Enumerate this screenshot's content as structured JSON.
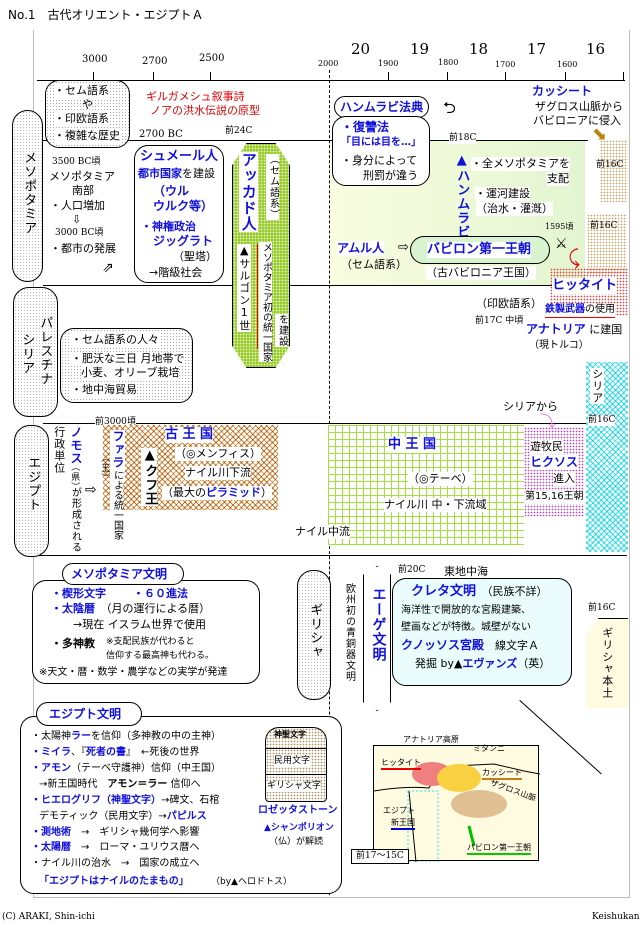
{
  "title": "No.1　古代オリエント・エジプトＡ",
  "timeline": {
    "years": [
      "3000",
      "2700",
      "2500",
      "2000",
      "1900",
      "1800",
      "1700",
      "1600"
    ],
    "centuries": [
      "20",
      "19",
      "18",
      "17",
      "16"
    ]
  },
  "regions": {
    "mesopotamia": "メソポタミア",
    "palestine": "パレスチナ",
    "syria": "シリア",
    "egypt": "エジプト",
    "greece": "ギリシャ",
    "greece_main": "ギリシャ本土",
    "syria_right": "シリア"
  },
  "meso": {
    "lang1": "・セム語系",
    "lang_ya": "や",
    "lang2": "・印欧語系",
    "lang3": "・複雑な歴史",
    "gilgamesh1": "ギルガメシュ叙事詩",
    "gilgamesh2": "ノアの洪水伝説の原型",
    "bc2700": "2700 BC",
    "c24": "前24C",
    "bc3500": "3500 BC頃",
    "south1": "メソポタミア",
    "south2": "南部",
    "pop": "・人口増加",
    "bc3000": "3000 BC頃",
    "city": "・都市の発展",
    "sumer": "シュメール人",
    "citystate": "都市国家",
    "build": "を建設",
    "ur": "（ウル",
    "uruk": "ウルク等）",
    "theocracy": "・神権政治",
    "ziggurat": "ジッグラト",
    "tower": "（聖塔）",
    "class": "→階級社会",
    "akkad": "アッカド人",
    "akkad_lang": "（セム語系）",
    "sargon": "▲サルゴン1世",
    "unify": "メソポタミア初の統一国家",
    "unify_build": "を建設",
    "hammurabi_code": "ハンムラビ法典",
    "revenge": "・復讐法",
    "eye": "「目には目を…」",
    "status1": "・身分によって",
    "status2": "刑罰が違う",
    "c18": "前18C",
    "hammurabi_king": "▲ハンムラビ王",
    "rule1": "・全メソポタミアを",
    "rule2": "支配",
    "canal": "・運河建設",
    "irrigation": "（治水・灌漑）",
    "amorite": "アムル人",
    "amorite_lang": "（セム語系）",
    "babylon": "バビロン第一王朝",
    "old_babylon": "（古バビロニア王国）",
    "y1595": "1595頃",
    "kassite": "カッシート",
    "kassite1": "ザグロス山脈から",
    "kassite2": "バビロニアに侵入",
    "c16a": "前16C",
    "c16b": "前16C",
    "hittite": "ヒッタイト",
    "iron": "鉄製武器",
    "iron_use": "の使用",
    "indo": "（印欧語系）",
    "c17mid": "前17C 中頃",
    "anatolia": "アナトリア",
    "found": "に建国",
    "turkey": "（現トルコ）"
  },
  "palestine": {
    "p1": "・セム語系の人々",
    "p2": "・肥沃な三日 月地帯で",
    "p3": "小麦、オリーブ栽培",
    "p4": "・地中海貿易"
  },
  "egypt": {
    "c3000": "前3000頃",
    "admin": "行政単位",
    "nomos": "ノモス",
    "ken": "（県）",
    "formed": "が形成される",
    "pharaoh": "ファラオ",
    "ou": "（王）",
    "pharaoh_unify": "による統一国家",
    "old": "古 王 国",
    "memphis": "（◎メンフィス）",
    "lower": "ナイル川下流",
    "pyramid_pre": "（最大の",
    "pyramid": "ピラミッド",
    "pyramid_post": "）",
    "khufu": "▲クフ王",
    "middle": "中 王 国",
    "thebes": "（◎テーベ）",
    "midlower": "ナイル川 中・下流域",
    "midstream": "ナイル中流",
    "from_syria": "シリアから",
    "nomad": "遊牧民",
    "hyksos": "ヒクソス",
    "enter": "進入",
    "dynasty": "第15,16王朝",
    "c16": "前16C"
  },
  "meso_civ": {
    "title": "メソポタミア文明",
    "cuneiform": "・楔形文字",
    "sexa": "・６０進法",
    "lunar": "・太陰暦",
    "lunar_note": "（月の運行による暦）",
    "islam": "→現在 イスラム世界で使用",
    "poly": "・多神教",
    "poly_note1": "※支配民族が代わると",
    "poly_note2": "信仰する最高神も代わる。",
    "science": "※天文・暦・数学・農学などの実学が発達"
  },
  "aegean": {
    "c20": "前20C",
    "east": "東地中海",
    "euro": "欧州初の青銅器文明",
    "title": "エーゲ文明",
    "crete": "クレタ文明",
    "ethnic": "（民族不詳）",
    "d1": "海洋性で開放的な宮殿建築、",
    "d2": "壁画などが特徴。城壁がない",
    "knossos": "クノッソス宮殿",
    "linear": "線文字Ａ",
    "exc": "発掘 by▲",
    "evans": "エヴァンズ",
    "eng": "（英）",
    "c16": "前16C"
  },
  "egypt_civ": {
    "title": "エジプト文明",
    "l1a": "・太陽神",
    "ra": "ラー",
    "l1b": "を信仰（多神教の中の主神）",
    "mummy": "・ミイラ",
    "l2a": "、『",
    "dead": "死者の書",
    "l2b": "』　←死後の世界",
    "amon": "・アモン",
    "l3": "（テーベ守護神）信仰（中王国）",
    "l4a": "→新王国時代　",
    "amonra": "アモン＝ラー",
    "l4b": "信仰へ",
    "hiero": "・ヒエログリフ（神聖文字）",
    "l5": "→碑文、石棺",
    "demotic": "デモティック（民用文字）→",
    "papyrus": "パピルス",
    "survey": "・測地術",
    "l7": "→　ギリシャ幾何学へ影響",
    "solar": "・太陽暦",
    "l8": "→　ローマ・ユリウス暦へ",
    "l9": "・ナイル川の治水　→　国家の成立へ",
    "herodotus_q": "「エジプトはナイルのたまもの」",
    "by": "（by▲ヘロドトス）",
    "rs_sacred": "神聖文字",
    "rs_demotic": "民用文字",
    "rs_greek": "ギリシャ文字",
    "rosetta": "ロゼッタストーン",
    "champ": "▲シャンポリオン",
    "decode": "（仏）が解読"
  },
  "map": {
    "anatolia": "アナトリア高原",
    "mitanni": "ミタンニ",
    "hittite": "ヒッタイト",
    "kassite": "カッシート",
    "zagros": "ザグロス山脈",
    "egypt": "エジプト",
    "newking": "新王国",
    "babylon": "バビロン第一王朝",
    "period": "前17〜15C"
  },
  "footer": {
    "left": "(C) ARAKI, Shin-ichi",
    "right": "Keishukan"
  }
}
